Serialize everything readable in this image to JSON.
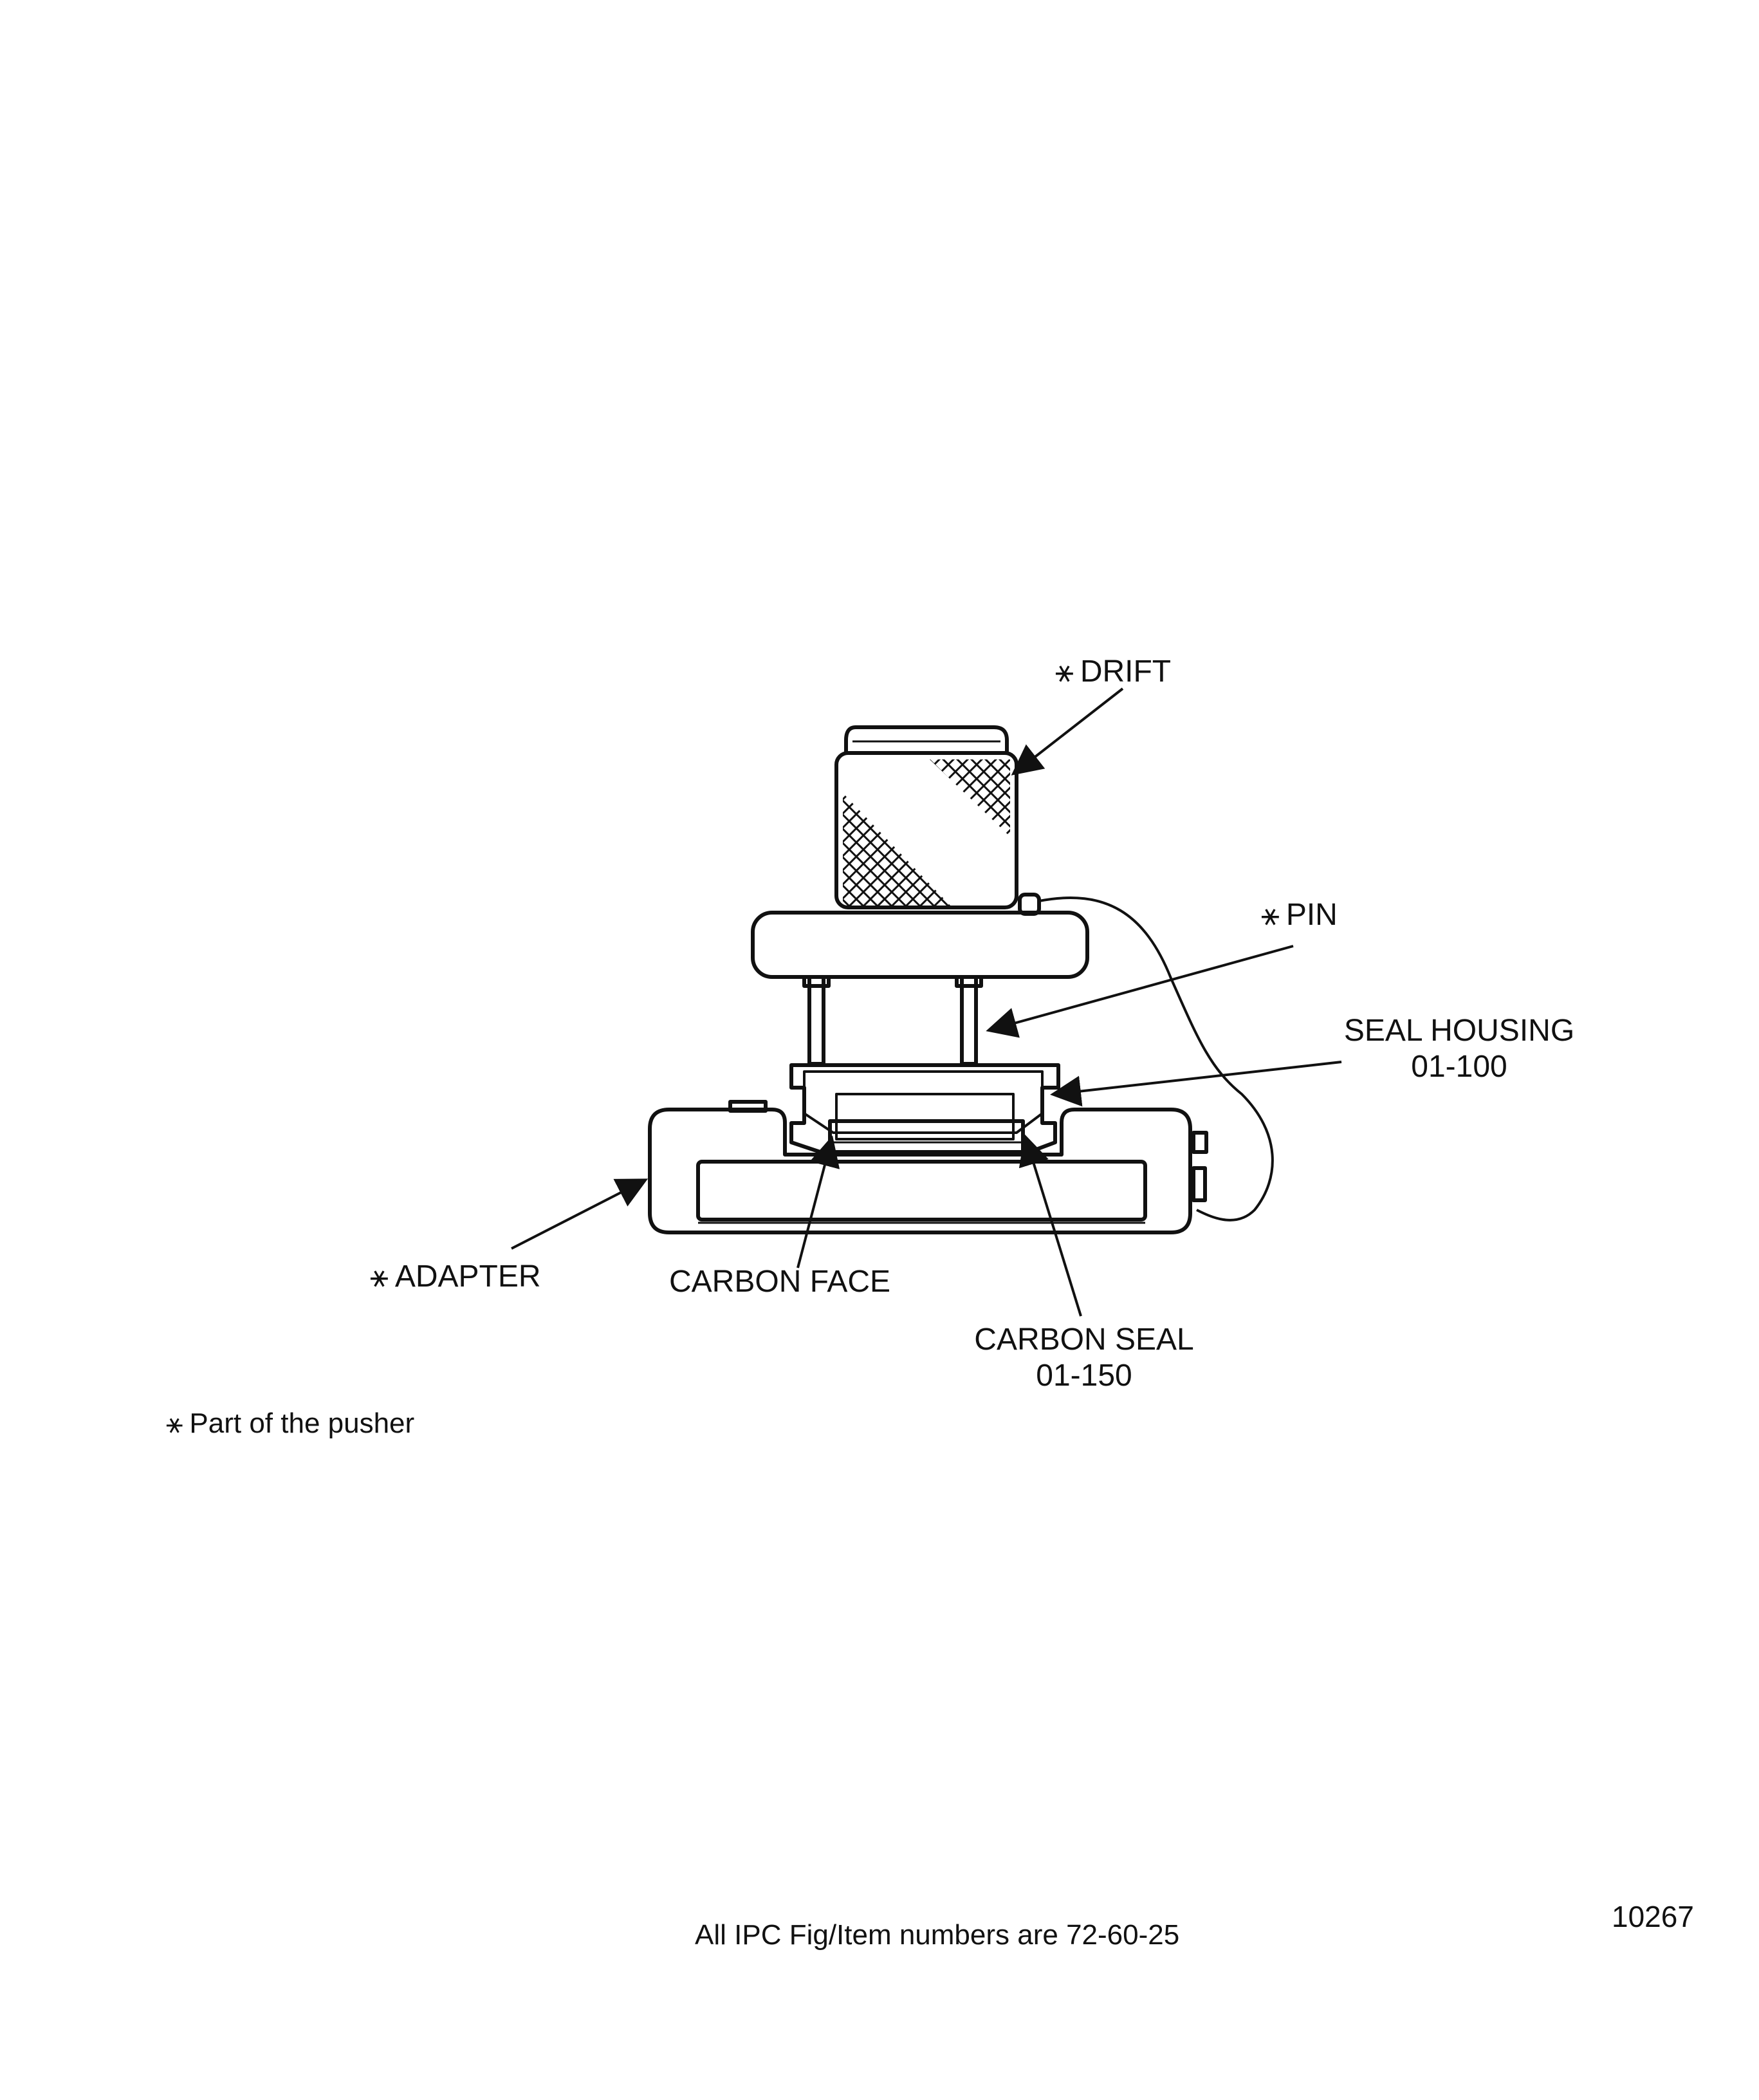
{
  "labels": {
    "drift": "DRIFT",
    "pin": "PIN",
    "seal_housing": "SEAL HOUSING",
    "seal_housing_ref": "01-100",
    "adapter": "ADAPTER",
    "carbon_face": "CARBON FACE",
    "carbon_seal": "CARBON SEAL",
    "carbon_seal_ref": "01-150"
  },
  "legend": {
    "marker": "⚹",
    "text": "Part of the pusher"
  },
  "footer": {
    "note": "All IPC Fig/Item numbers are 72-60-25",
    "figure_number": "10267"
  }
}
